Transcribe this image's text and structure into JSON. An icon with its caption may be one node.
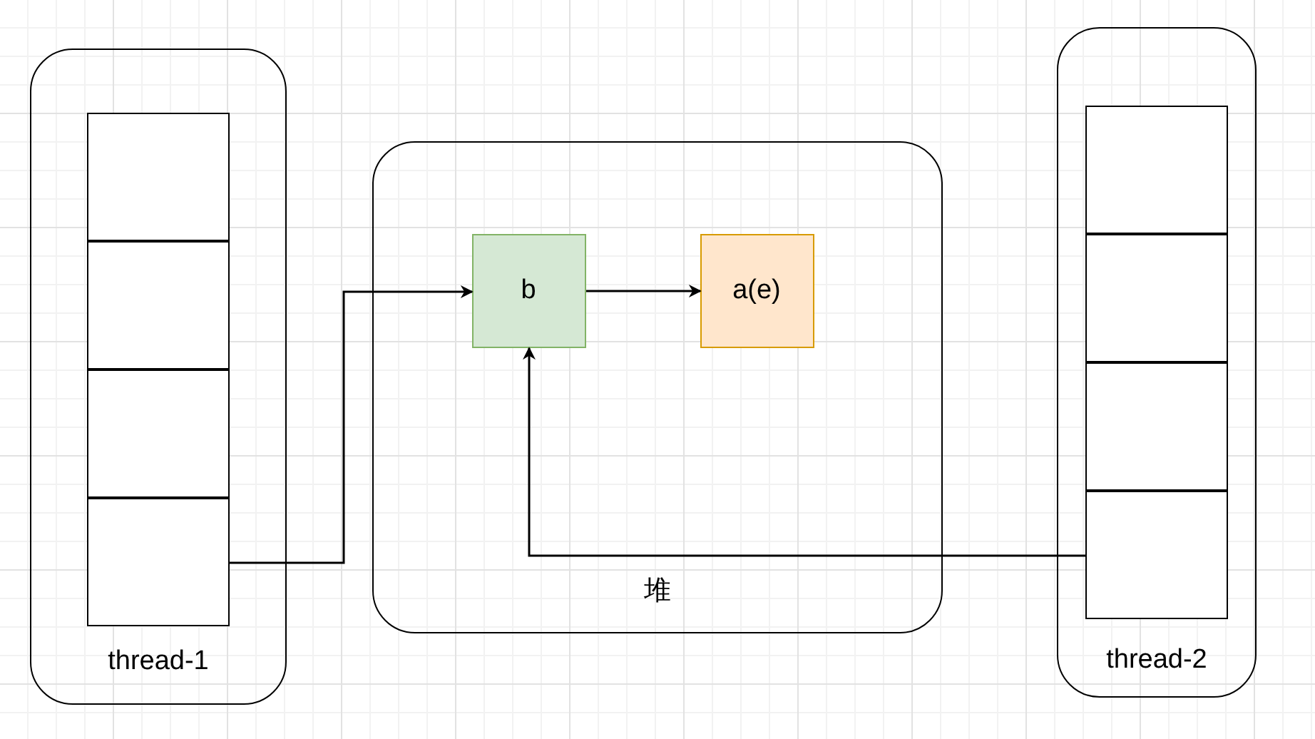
{
  "diagram": {
    "nodes": [
      {
        "text": [
          "thread-1"
        ]
      },
      {
        "text": [],
        "shape": "box",
        "in": 0
      },
      {
        "text": [],
        "shape": "box",
        "in": 0
      },
      {
        "text": [],
        "shape": "box",
        "in": 0
      },
      {
        "text": [],
        "shape": "box",
        "in": 0
      },
      {
        "text": [
          "堆"
        ]
      },
      {
        "text": [
          "b"
        ],
        "in": 5
      },
      {
        "text": [
          "a(e)"
        ],
        "in": 5
      },
      {
        "text": [
          "thread-2"
        ]
      },
      {
        "text": [],
        "shape": "box",
        "in": 8
      },
      {
        "text": [],
        "shape": "box",
        "in": 8
      },
      {
        "text": [],
        "shape": "box",
        "in": 8
      },
      {
        "text": [],
        "shape": "box",
        "in": 8
      }
    ],
    "edges": [
      {
        "from": 4,
        "to": 6,
        "arrow": "to"
      },
      {
        "from": 6,
        "to": 7,
        "arrow": "to"
      },
      {
        "from": 12,
        "to": 6,
        "arrow": "to"
      }
    ]
  }
}
